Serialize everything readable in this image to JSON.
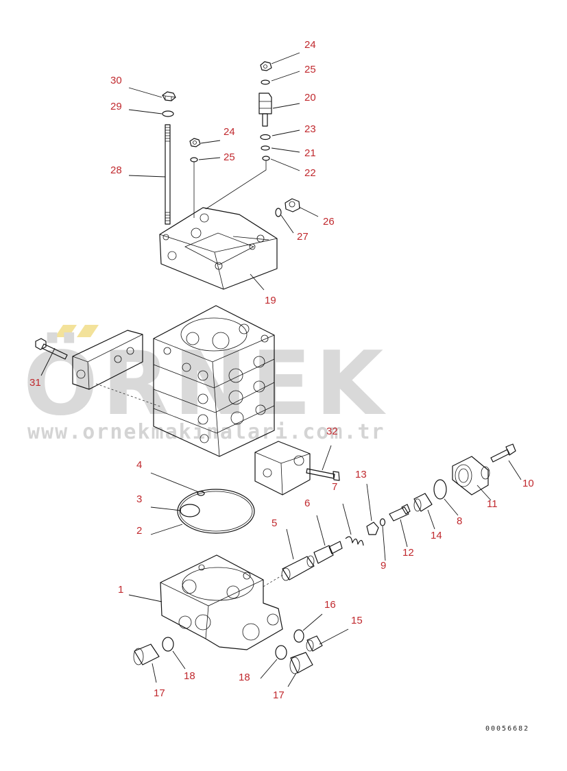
{
  "diagram": {
    "watermark": {
      "brand": "ÖRNEK",
      "url": "www.ornekmakinalari.com.tr"
    },
    "document_number": "00056682",
    "colors": {
      "callout": "#c0282d",
      "line": "#111111",
      "watermark": "#d9d9d9",
      "watermark_accent": "#f3e29a"
    },
    "callouts": [
      {
        "id": "c1",
        "label": "1"
      },
      {
        "id": "c2",
        "label": "2"
      },
      {
        "id": "c3",
        "label": "3"
      },
      {
        "id": "c4",
        "label": "4"
      },
      {
        "id": "c5",
        "label": "5"
      },
      {
        "id": "c6",
        "label": "6"
      },
      {
        "id": "c7",
        "label": "7"
      },
      {
        "id": "c8",
        "label": "8"
      },
      {
        "id": "c9",
        "label": "9"
      },
      {
        "id": "c10",
        "label": "10"
      },
      {
        "id": "c11",
        "label": "11"
      },
      {
        "id": "c12",
        "label": "12"
      },
      {
        "id": "c13",
        "label": "13"
      },
      {
        "id": "c14",
        "label": "14"
      },
      {
        "id": "c15",
        "label": "15"
      },
      {
        "id": "c16",
        "label": "16"
      },
      {
        "id": "c17a",
        "label": "17"
      },
      {
        "id": "c17b",
        "label": "17"
      },
      {
        "id": "c18a",
        "label": "18"
      },
      {
        "id": "c18b",
        "label": "18"
      },
      {
        "id": "c19",
        "label": "19"
      },
      {
        "id": "c20",
        "label": "20"
      },
      {
        "id": "c21",
        "label": "21"
      },
      {
        "id": "c22",
        "label": "22"
      },
      {
        "id": "c23",
        "label": "23"
      },
      {
        "id": "c24a",
        "label": "24"
      },
      {
        "id": "c24b",
        "label": "24"
      },
      {
        "id": "c25a",
        "label": "25"
      },
      {
        "id": "c25b",
        "label": "25"
      },
      {
        "id": "c26",
        "label": "26"
      },
      {
        "id": "c27",
        "label": "27"
      },
      {
        "id": "c28",
        "label": "28"
      },
      {
        "id": "c29",
        "label": "29"
      },
      {
        "id": "c30",
        "label": "30"
      },
      {
        "id": "c31",
        "label": "31"
      },
      {
        "id": "c32",
        "label": "32"
      }
    ]
  }
}
